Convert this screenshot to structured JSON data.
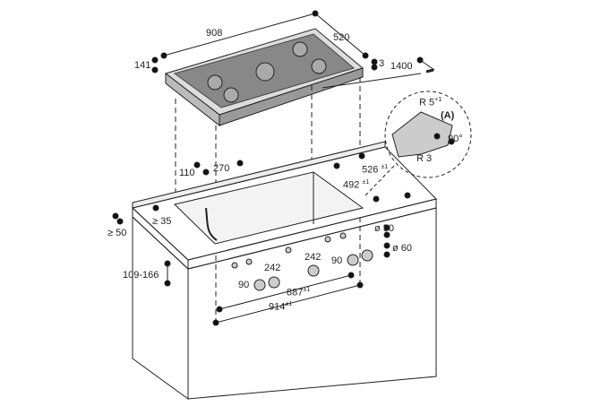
{
  "diagram": {
    "cooktop_dims": {
      "width": "908",
      "depth": "520",
      "height": "141",
      "edge": "3",
      "cable": "1400"
    },
    "cutout_dims": {
      "d110": "110",
      "d270": "270",
      "d526": "526",
      "d526_tol": "±1",
      "d492": "492",
      "d492_tol": "±1",
      "min35": "≥ 35",
      "min50": "≥ 50"
    },
    "front_dims": {
      "height_range": "109-166",
      "spacing1": "242",
      "spacing2": "242",
      "offset_left": "90",
      "offset_right": "90",
      "hole_small": "ø 50",
      "hole_large": "ø 60",
      "d887": "887",
      "d887_tol": "±1",
      "d914": "914",
      "d914_tol": "±1"
    },
    "detail": {
      "r5": "R 5",
      "r5_tol": "+1",
      "marker": "(A)",
      "angle": "90°",
      "r3": "R 3"
    }
  }
}
